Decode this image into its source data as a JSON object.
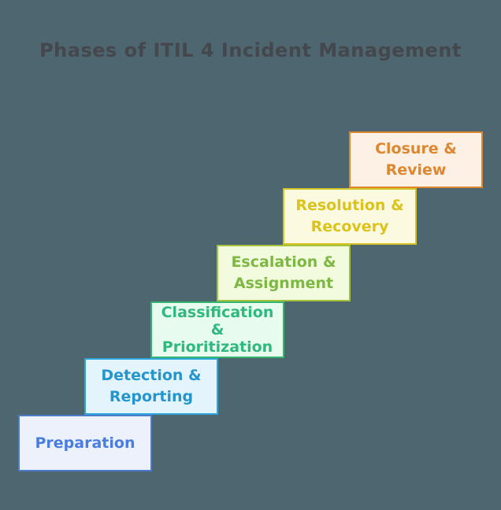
{
  "background_color": "#4E6670",
  "title": {
    "text": "Phases of ITIL 4 Incident Management",
    "color": "#44474C"
  },
  "phases": [
    {
      "name": "Preparation",
      "lines": [
        "Preparation"
      ],
      "fill": "#EDF1FB",
      "border": "#4C7CC9",
      "text_color": "#4A7DE0"
    },
    {
      "name": "Detection & Reporting",
      "lines": [
        "Detection &",
        "Reporting"
      ],
      "fill": "#E4F4FC",
      "border": "#2EA6D9",
      "text_color": "#2496CD"
    },
    {
      "name": "Classification & Prioritization",
      "lines": [
        "Classification",
        "&",
        "Prioritization"
      ],
      "fill": "#E7FBEF",
      "border": "#35B471",
      "text_color": "#2FB97E"
    },
    {
      "name": "Escalation & Assignment",
      "lines": [
        "Escalation &",
        "Assignment"
      ],
      "fill": "#F2FBDD",
      "border": "#A6C23C",
      "text_color": "#7DB843"
    },
    {
      "name": "Resolution & Recovery",
      "lines": [
        "Resolution &",
        "Recovery"
      ],
      "fill": "#FBFAE1",
      "border": "#D4C326",
      "text_color": "#DCC31C"
    },
    {
      "name": "Closure & Review",
      "lines": [
        "Closure &",
        "Review"
      ],
      "fill": "#FDF0E5",
      "border": "#DD8830",
      "text_color": "#DD8830"
    }
  ]
}
